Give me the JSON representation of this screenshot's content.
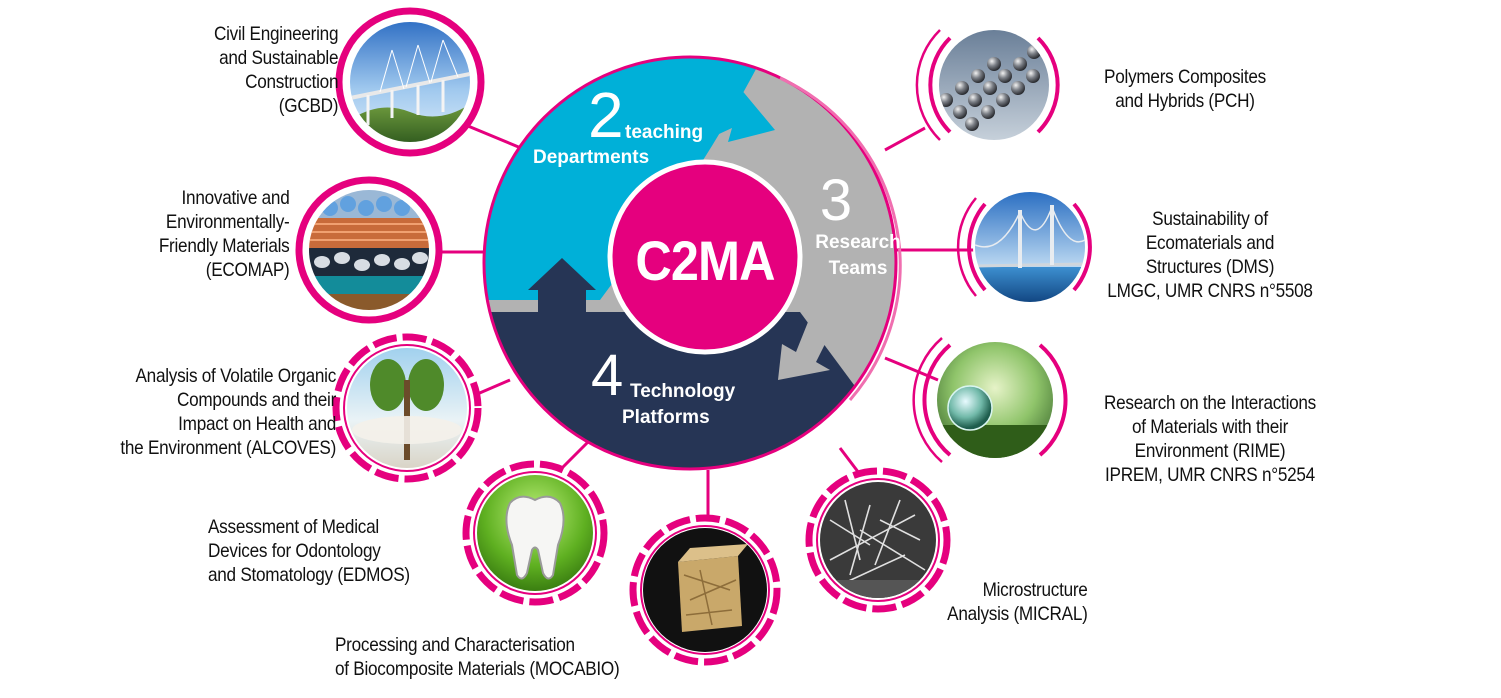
{
  "center": {
    "title": "C2MA",
    "color": "#e5007e"
  },
  "colors": {
    "magenta": "#e5007e",
    "cyan": "#00b0d8",
    "grey": "#b2b2b2",
    "navy": "#263555",
    "pink_ring": "#f06fb0"
  },
  "segments": {
    "teaching": {
      "number": "2",
      "word1": "teaching",
      "word2": "Departments"
    },
    "research": {
      "number": "3",
      "word1": "Research",
      "word2": "Teams"
    },
    "platforms": {
      "number": "4",
      "word1": "Technology",
      "word2": "Platforms"
    }
  },
  "nodes": [
    {
      "id": "gcbd",
      "icon": "bridge-viaduct-icon",
      "lines": [
        "Civil Engineering",
        "and Sustainable",
        "Construction",
        "(GCBD)"
      ]
    },
    {
      "id": "ecomap",
      "icon": "materials-layers-icon",
      "lines": [
        "Innovative and",
        "Environmentally-",
        "Friendly Materials",
        "(ECOMAP)"
      ]
    },
    {
      "id": "alcoves",
      "icon": "tree-lungs-icon",
      "lines": [
        "Analysis of Volatile Organic",
        "Compounds and their",
        "Impact on Health and",
        "the Environment (ALCOVES)"
      ]
    },
    {
      "id": "edmos",
      "icon": "tooth-icon",
      "lines": [
        "Assessment of Medical",
        "Devices for Odontology",
        "and Stomatology (EDMOS)"
      ]
    },
    {
      "id": "mocabio",
      "icon": "biocomposite-block-icon",
      "lines": [
        "Processing and Characterisation",
        "of Biocomposite Materials (MOCABIO)"
      ]
    },
    {
      "id": "micral",
      "icon": "microstructure-icon",
      "lines": [
        "Microstructure",
        "Analysis (MICRAL)"
      ]
    },
    {
      "id": "rime",
      "icon": "glass-globe-icon",
      "lines": [
        "Research on the Interactions",
        "of Materials with their",
        "Environment (RIME)",
        "IPREM, UMR CNRS n°5254"
      ]
    },
    {
      "id": "dms",
      "icon": "suspension-bridge-icon",
      "lines": [
        "Sustainability of",
        "Ecomaterials and",
        "Structures (DMS)",
        "LMGC, UMR CNRS n°5508"
      ]
    },
    {
      "id": "pch",
      "icon": "molecule-structure-icon",
      "lines": [
        "Polymers Composites",
        "and Hybrids (PCH)"
      ]
    }
  ]
}
